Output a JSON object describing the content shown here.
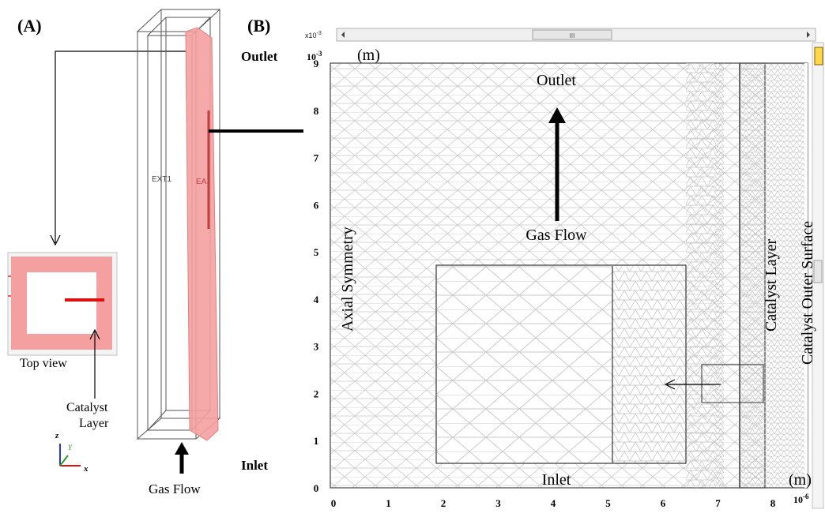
{
  "panels": {
    "a_label": "(A)",
    "b_label": "(B)"
  },
  "left": {
    "outlet": "Outlet",
    "inlet": "Inlet",
    "gas_flow": "Gas Flow",
    "ext_label": "EXT1",
    "layer_label": "EA.",
    "top_view": "Top view",
    "catalyst_line1": "Catalyst",
    "catalyst_line2": "Layer",
    "axis_z": "z",
    "axis_y": "Y",
    "axis_x": "x"
  },
  "mesh": {
    "corner_exp": "x10",
    "corner_exp_power": "-3",
    "scrollbar_thumb": "III",
    "y_unit_base": "10",
    "y_unit_power": "-3",
    "y_unit": "(m)",
    "x_unit": "(m)",
    "x_unit_base": "10",
    "x_unit_power": "-6",
    "outlet": "Outlet",
    "inlet": "Inlet",
    "gas_flow": "Gas Flow",
    "axial_symmetry": "Axial Symmetry",
    "catalyst_layer": "Catalyst Layer",
    "catalyst_outer_surface": "Catalyst Outer  Surface",
    "y_ticks": [
      "0",
      "1",
      "2",
      "3",
      "4",
      "5",
      "6",
      "7",
      "8",
      "9"
    ],
    "x_ticks": [
      "0",
      "1",
      "2",
      "3",
      "4",
      "5",
      "6",
      "7",
      "8"
    ],
    "y_range": [
      0,
      9
    ],
    "x_range": [
      0,
      8
    ]
  },
  "colors": {
    "catalyst_fill": "#f4a0a0",
    "catalyst_dark": "#e06060",
    "red_line": "#e01010",
    "mesh_line": "#c8c8c8",
    "axis_green": "#2a9a2a",
    "axis_blue": "#2a3ac8"
  }
}
